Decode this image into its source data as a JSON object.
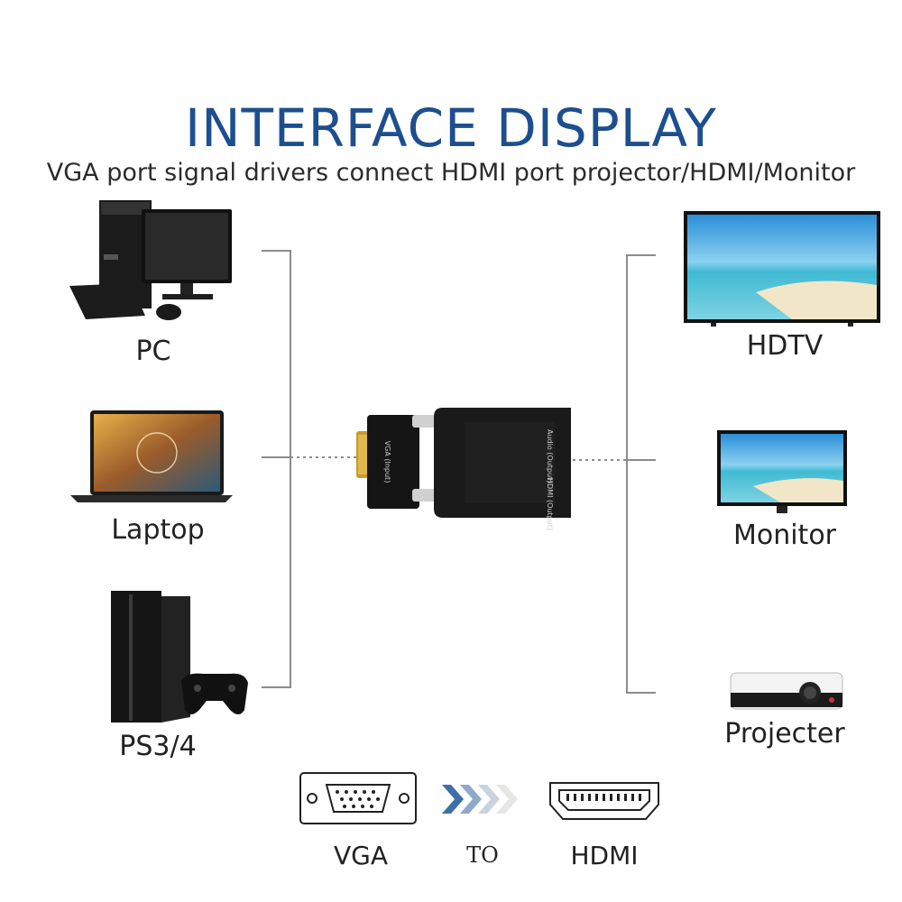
{
  "title": "INTERFACE DISPLAY",
  "subtitle": "VGA port signal drivers connect HDMI port projector/HDMI/Monitor",
  "sources": [
    {
      "label": "PC",
      "icon": "desktop-pc-icon"
    },
    {
      "label": "Laptop",
      "icon": "laptop-icon"
    },
    {
      "label": "PS3/4",
      "icon": "game-console-icon"
    }
  ],
  "outputs": [
    {
      "label": "HDTV",
      "icon": "hdtv-icon"
    },
    {
      "label": "Monitor",
      "icon": "monitor-icon"
    },
    {
      "label": "Projecter",
      "icon": "projector-icon"
    }
  ],
  "adapter": {
    "vga_label": "VGA (Input)",
    "audio_label": "Audio (Output)",
    "hdmi_label": "HDMI (Output)"
  },
  "conversion": {
    "from": "VGA",
    "to_word": "TO",
    "to": "HDMI"
  },
  "colors": {
    "title": "#1d4f8f",
    "connector_line": "#8c8c8c",
    "arrow": "#3e6fa6"
  }
}
